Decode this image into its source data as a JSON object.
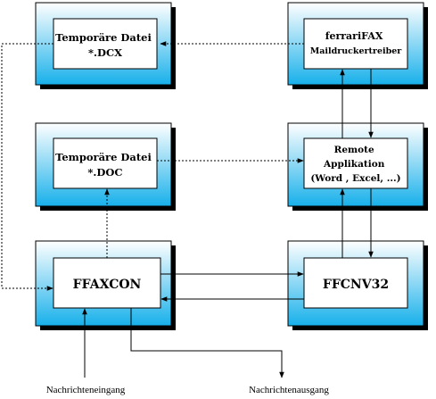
{
  "colors": {
    "gradient_top": "#ffffff",
    "gradient_bottom": "#17b0ea",
    "inner_box": "#ffffff",
    "line": "#000000",
    "shadow": "#000000"
  },
  "nodes": {
    "tmp_dcx": {
      "lines": [
        "Temporäre Datei",
        "*.DCX"
      ]
    },
    "ferrarifax": {
      "lines": [
        "ferrariFAX",
        "Maildruckertreiber"
      ]
    },
    "tmp_doc": {
      "lines": [
        "Temporäre Datei",
        "*.DOC"
      ]
    },
    "remote_app": {
      "lines": [
        "Remote",
        "Applikation",
        "(Word , Excel, ...)"
      ]
    },
    "ffaxcon": {
      "lines": [
        "FFAXCON"
      ]
    },
    "ffcnv32": {
      "lines": [
        "FFCNV32"
      ]
    }
  },
  "io": {
    "input_label": "Nachrichteneingang",
    "output_label": "Nachrichtenausgang"
  }
}
